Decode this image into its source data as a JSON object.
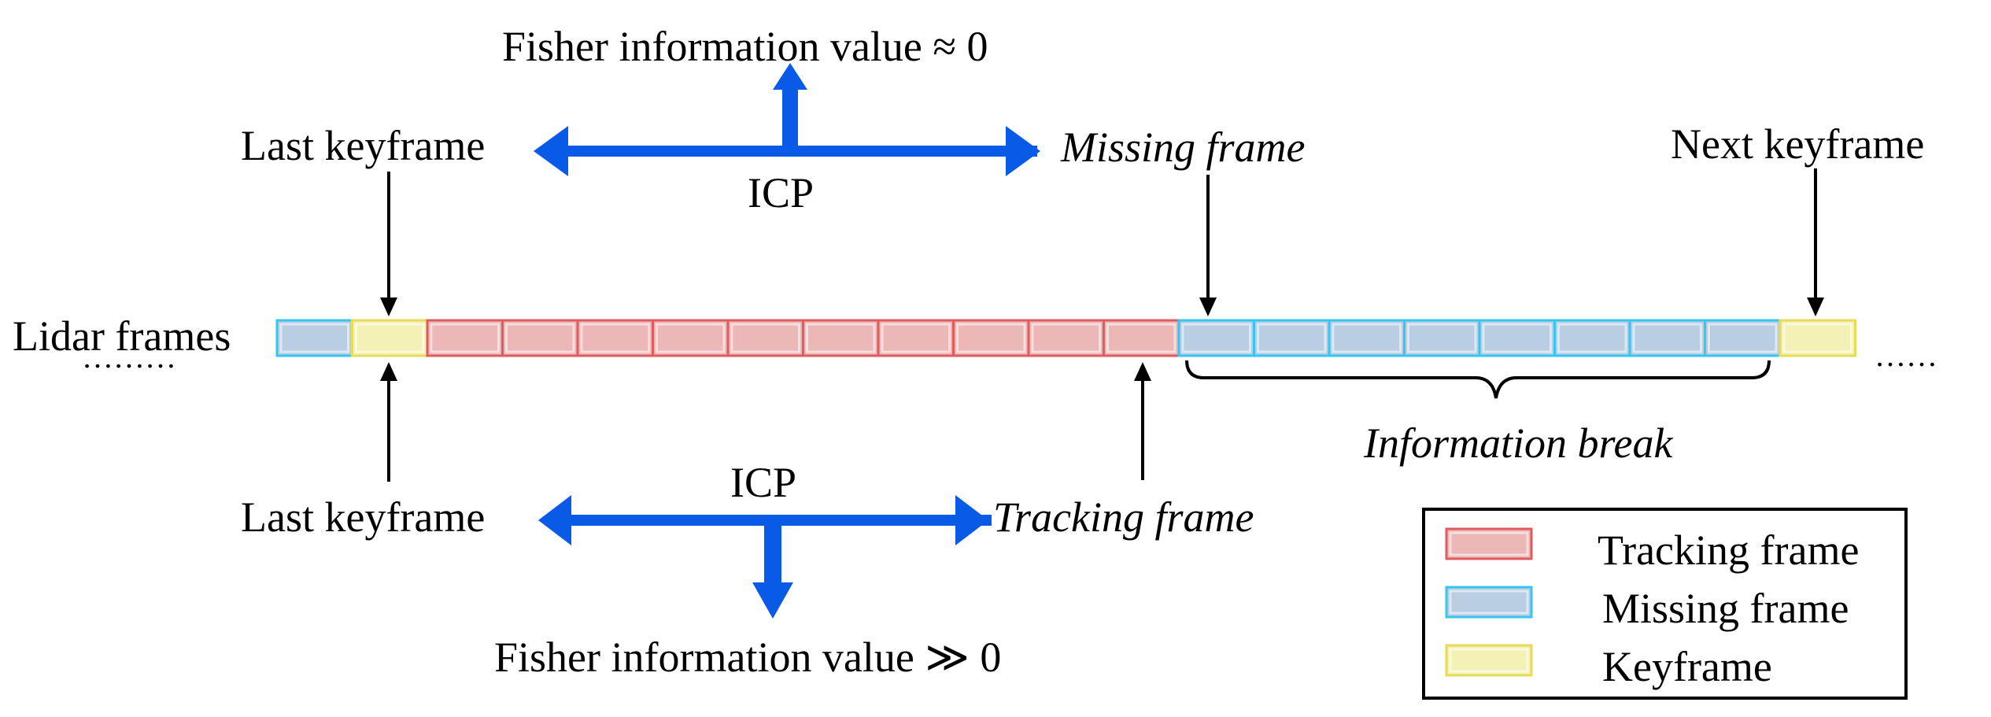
{
  "labels": {
    "fisher_top": "Fisher information value ≈ 0",
    "fisher_bottom": "Fisher information value ≫ 0",
    "last_keyframe_top": "Last keyframe",
    "last_keyframe_bottom": "Last keyframe",
    "icp_top": "ICP",
    "icp_bottom": "ICP",
    "missing_frame": "Missing frame",
    "tracking_frame": "Tracking frame",
    "next_keyframe": "Next keyframe",
    "lidar_frames": "Lidar frames",
    "ellipsis_left": "………",
    "ellipsis_right": "……",
    "information_break": "Information break"
  },
  "frames": [
    "missing",
    "key",
    "tracking",
    "tracking",
    "tracking",
    "tracking",
    "tracking",
    "tracking",
    "tracking",
    "tracking",
    "tracking",
    "tracking",
    "missing",
    "missing",
    "missing",
    "missing",
    "missing",
    "missing",
    "missing",
    "missing",
    "key"
  ],
  "legend": {
    "items": [
      {
        "type": "tracking",
        "label": "Tracking frame"
      },
      {
        "type": "missing",
        "label": "Missing frame"
      },
      {
        "type": "key",
        "label": "Keyframe"
      }
    ]
  },
  "colors": {
    "arrow_blue": "#0a5ae8",
    "tracking_fill": "#ebb7b7",
    "tracking_border": "#e05c5c",
    "missing_fill": "#b9cde3",
    "missing_border": "#36c6f0",
    "key_fill": "#f3f1b6",
    "key_border": "#e6dc55"
  }
}
